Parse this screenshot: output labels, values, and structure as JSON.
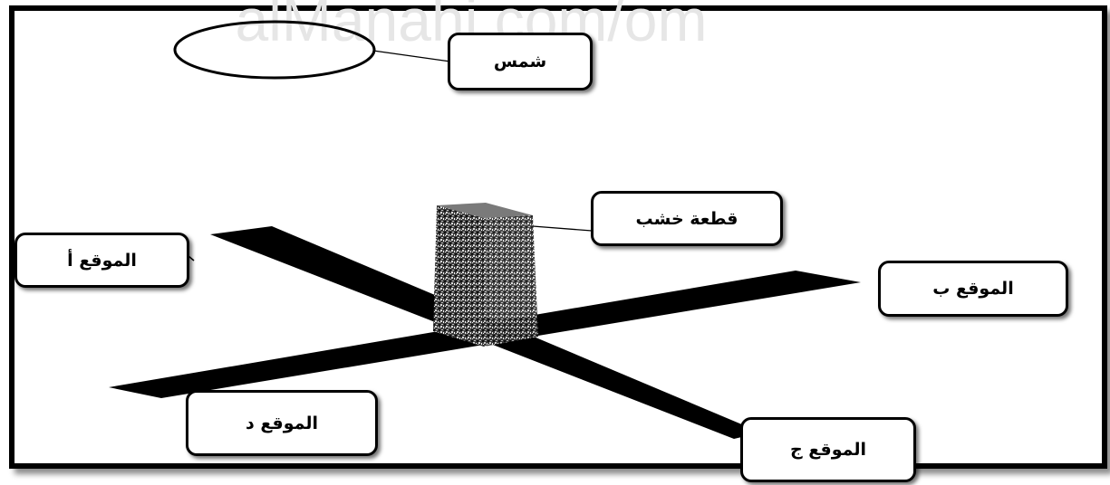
{
  "labels": {
    "sun": "شمس",
    "wood_block": "قطعة خشب",
    "position_a": "الموقع أ",
    "position_b": "الموقع ب",
    "position_c": "الموقع ج",
    "position_d": "الموقع د"
  },
  "watermark": "alManahj.com/om",
  "colors": {
    "strip": "#000000",
    "frame": "#000000",
    "watermark": "#e6e6e6"
  }
}
